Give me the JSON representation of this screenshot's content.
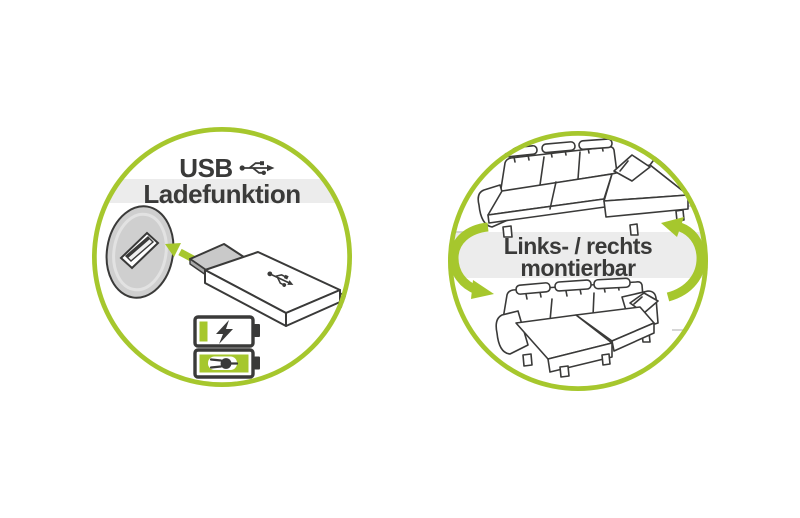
{
  "colors": {
    "green": "#A6C72D",
    "dark": "#3A3A39",
    "band": "#ECECEC",
    "faint": "#C9C9C9",
    "socket": "#CFCFCF",
    "metal": "#C9C9C9"
  },
  "left_badge": {
    "title": "USB",
    "subtitle": "Ladefunktion",
    "icons": [
      "usb-trident-icon",
      "usb-socket-illustration",
      "insert-arrow-icon",
      "usb-plug-illustration",
      "battery-charging-icon",
      "battery-charged-plug-icon"
    ]
  },
  "right_badge": {
    "title": "Links- / rechts",
    "subtitle": "montierbar",
    "icons": [
      "rotate-arrow-left-icon",
      "rotate-arrow-right-icon",
      "corner-sofa-chaise-right-illustration",
      "corner-sofa-chaise-left-illustration"
    ]
  }
}
